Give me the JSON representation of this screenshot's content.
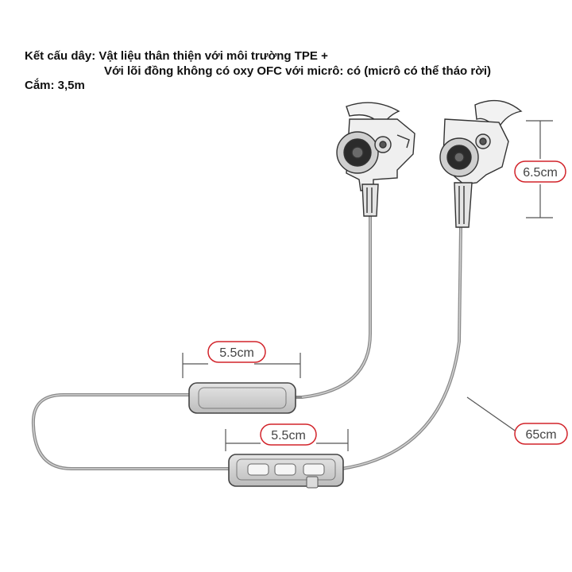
{
  "specs": {
    "line1": "Kết cấu dây: Vật liệu thân thiện với môi trường TPE +",
    "line2": "Với lõi đồng không có oxy OFC với micrô: có (micrô có thể tháo rời)",
    "line3": "Cắm: 3,5m"
  },
  "dimensions": {
    "earbud_height": "6.5cm",
    "cable_length": "65cm",
    "box_upper_width": "5.5cm",
    "remote_width": "5.5cm"
  },
  "colors": {
    "label_border_red": "#d2232a",
    "label_border_blue": "#2a3a9c",
    "line": "#666666"
  },
  "icons": [
    "earbud-left-icon",
    "earbud-right-icon",
    "remote-control-icon",
    "battery-box-icon",
    "microphone-icon"
  ]
}
